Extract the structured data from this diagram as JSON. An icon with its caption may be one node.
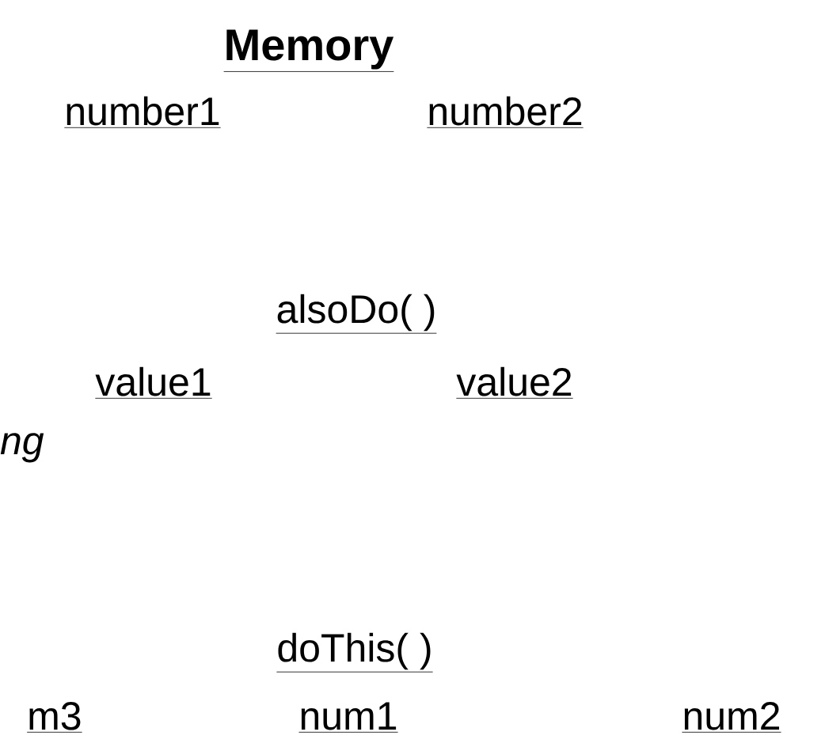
{
  "diagram": {
    "labels": [
      "Memory",
      "number1",
      "number2",
      "alsoDo( )",
      "value1",
      "value2",
      "ng",
      "doThis( )",
      "m3",
      "num1",
      "num2"
    ]
  }
}
